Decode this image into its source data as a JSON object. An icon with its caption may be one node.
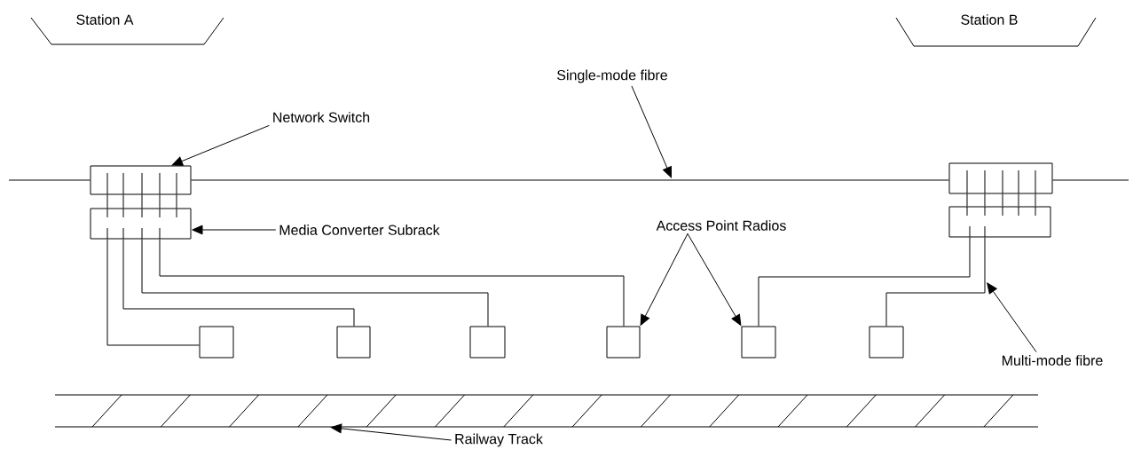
{
  "diagram": {
    "nodes": [
      {
        "text": [
          "Station A"
        ]
      },
      {
        "text": [
          "Station B"
        ]
      },
      {
        "text": [
          "Single-mode fibre"
        ]
      },
      {
        "text": [
          "Network Switch"
        ]
      },
      {
        "text": [],
        "shape": "box"
      },
      {
        "text": [
          "Media Converter Subrack"
        ]
      },
      {
        "text": [],
        "shape": "box"
      },
      {
        "text": [],
        "shape": "box"
      },
      {
        "text": [],
        "shape": "box"
      },
      {
        "text": [
          "Access Point Radios"
        ]
      },
      {
        "text": [],
        "shape": "box"
      },
      {
        "text": [],
        "shape": "box"
      },
      {
        "text": [],
        "shape": "box"
      },
      {
        "text": [],
        "shape": "box"
      },
      {
        "text": [],
        "shape": "box"
      },
      {
        "text": [],
        "shape": "box"
      },
      {
        "text": [
          "Multi-mode fibre"
        ]
      },
      {
        "text": [
          "Railway Track"
        ]
      },
      {
        "text": [],
        "shape": "bar"
      }
    ],
    "edges": [
      {
        "from": null,
        "to": 4,
        "arrow": "none"
      },
      {
        "from": 4,
        "to": 7,
        "arrow": "none"
      },
      {
        "from": 7,
        "to": null,
        "arrow": "none"
      },
      {
        "from": 4,
        "to": 6,
        "arrow": "none"
      },
      {
        "from": 4,
        "to": 6,
        "arrow": "none"
      },
      {
        "from": 4,
        "to": 6,
        "arrow": "none"
      },
      {
        "from": 4,
        "to": 6,
        "arrow": "none"
      },
      {
        "from": 4,
        "to": 6,
        "arrow": "none"
      },
      {
        "from": 7,
        "to": 8,
        "arrow": "none"
      },
      {
        "from": 7,
        "to": 8,
        "arrow": "none"
      },
      {
        "from": 7,
        "to": 8,
        "arrow": "none"
      },
      {
        "from": 7,
        "to": 8,
        "arrow": "none"
      },
      {
        "from": 7,
        "to": 8,
        "arrow": "none"
      },
      {
        "from": 6,
        "to": 10,
        "arrow": "none"
      },
      {
        "from": 6,
        "to": 11,
        "arrow": "none"
      },
      {
        "from": 6,
        "to": 12,
        "arrow": "none"
      },
      {
        "from": 6,
        "to": 13,
        "arrow": "none"
      },
      {
        "from": 8,
        "to": 14,
        "arrow": "none"
      },
      {
        "from": 8,
        "to": 15,
        "arrow": "none"
      },
      {
        "from": 2,
        "to": null,
        "arrow": "to"
      },
      {
        "from": 3,
        "to": 4,
        "arrow": "to"
      },
      {
        "from": 5,
        "to": 6,
        "arrow": "to"
      },
      {
        "from": 9,
        "to": 13,
        "arrow": "to"
      },
      {
        "from": 9,
        "to": 14,
        "arrow": "to"
      },
      {
        "from": 16,
        "to": null,
        "arrow": "to"
      },
      {
        "from": 17,
        "to": 18,
        "arrow": "to"
      }
    ]
  }
}
